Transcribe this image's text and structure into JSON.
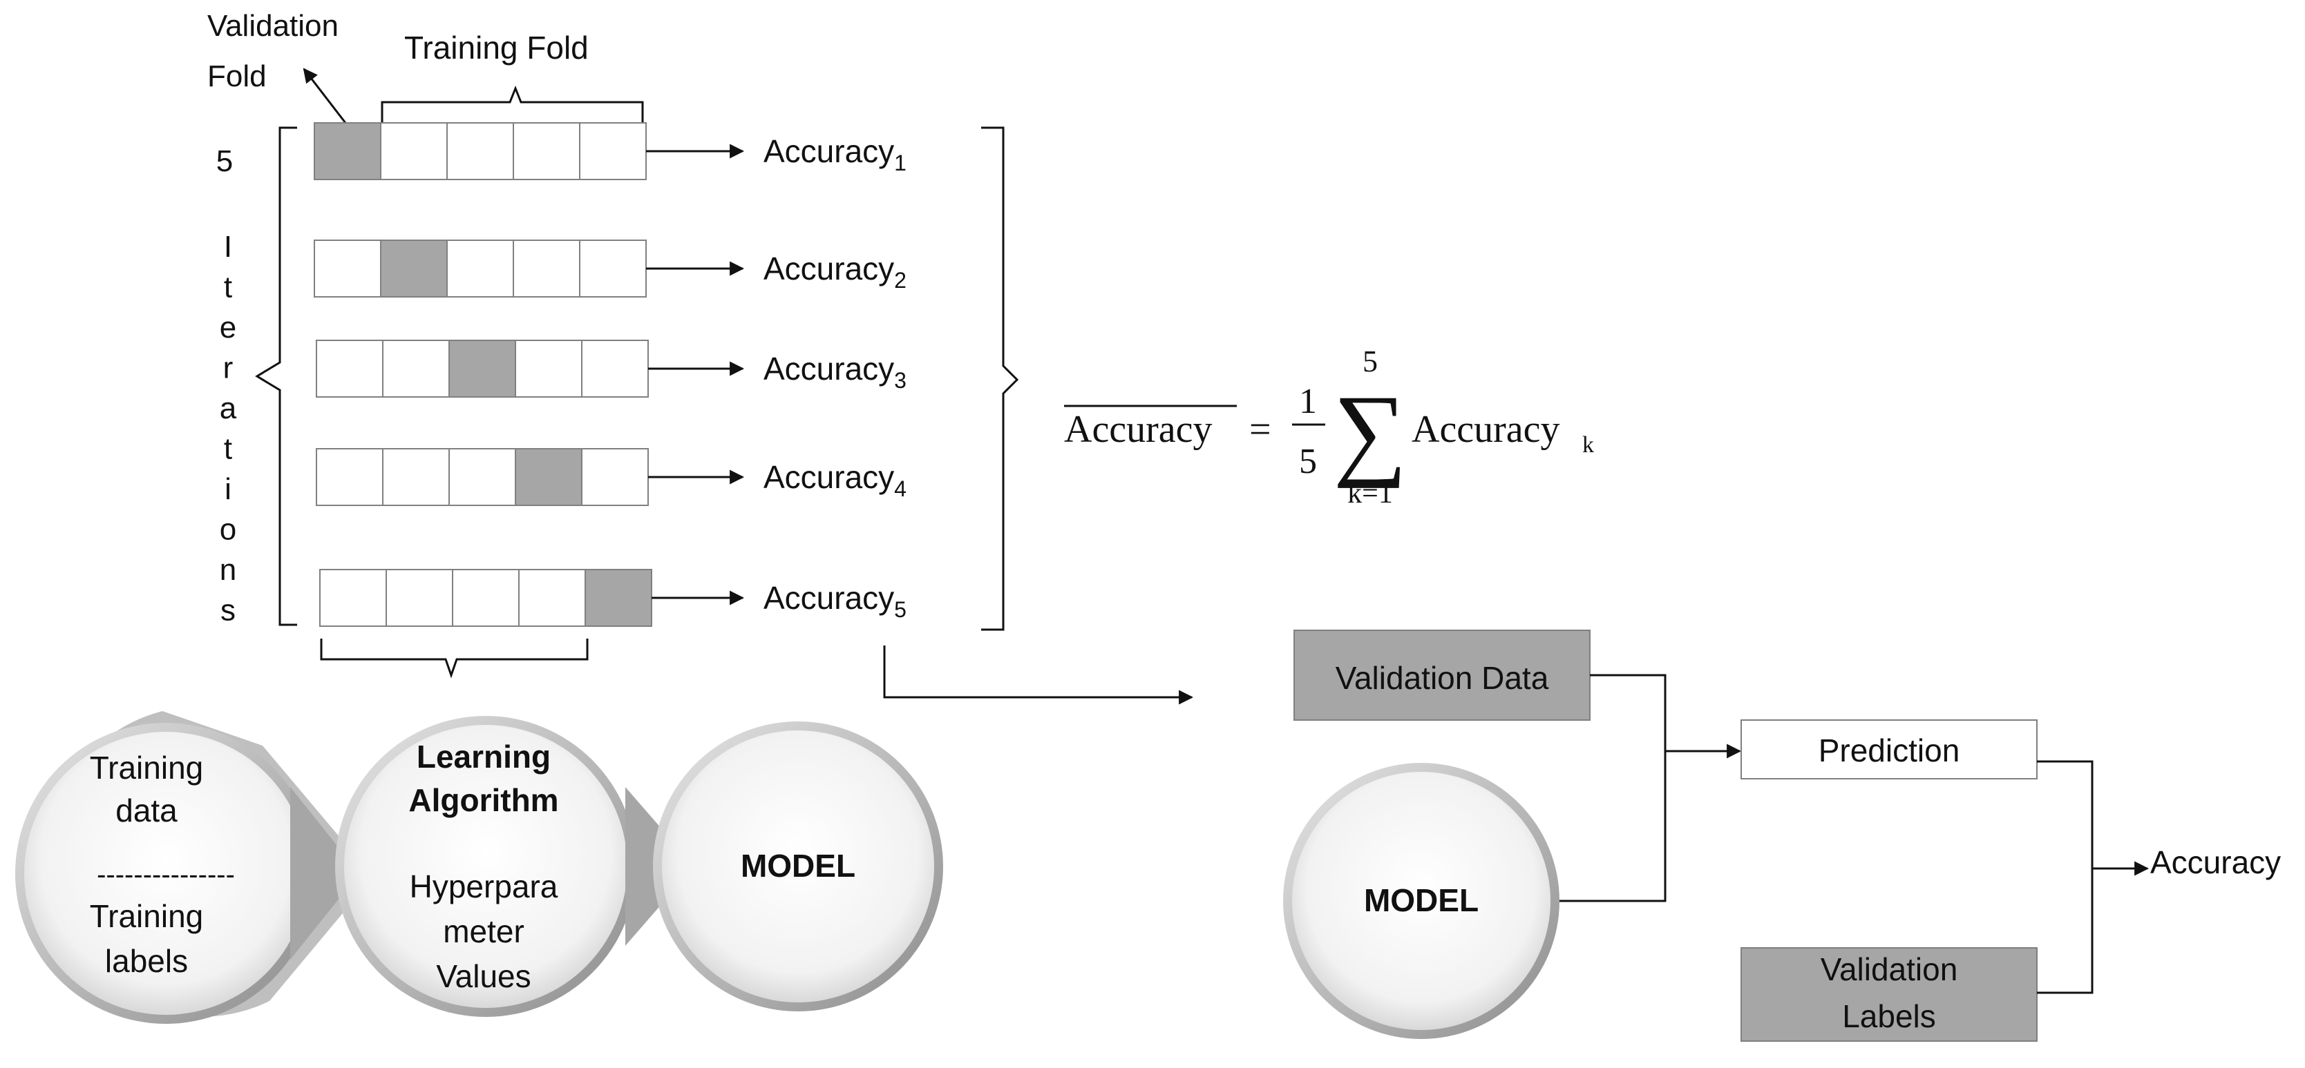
{
  "fold_labels": {
    "validation_line1": "Validation",
    "validation_line2": "Fold",
    "training": "Training  Fold"
  },
  "iterations_label": {
    "count": "5",
    "letters": [
      "I",
      "t",
      "e",
      "r",
      "a",
      "t",
      "i",
      "o",
      "n",
      "s"
    ]
  },
  "folds": {
    "rows": [
      {
        "validation_index": 0,
        "accuracy_text": "Accuracy",
        "accuracy_sub": "1"
      },
      {
        "validation_index": 1,
        "accuracy_text": "Accuracy",
        "accuracy_sub": "2"
      },
      {
        "validation_index": 2,
        "accuracy_text": "Accuracy",
        "accuracy_sub": "3"
      },
      {
        "validation_index": 3,
        "accuracy_text": "Accuracy",
        "accuracy_sub": "4"
      },
      {
        "validation_index": 4,
        "accuracy_text": "Accuracy",
        "accuracy_sub": "5"
      }
    ],
    "cells_per_row": 5,
    "validation_fill": "#a6a6a6",
    "training_fill": "#ffffff"
  },
  "formula": {
    "lhs": "Accuracy",
    "equals": "=",
    "frac_num": "1",
    "frac_den": "5",
    "sum_upper": "5",
    "sum_symbol": "∑",
    "sum_lower": "k=1",
    "term": "Accuracy",
    "term_sub": "k"
  },
  "pipeline": {
    "training_data": "Training",
    "training_data2": "data",
    "dashes": "---------------",
    "training_labels": "Training",
    "training_labels2": "labels",
    "algo_line1": "Learning",
    "algo_line2": "Algorithm",
    "hyper1": "Hyperpara",
    "hyper2": "meter",
    "hyper3": "Values",
    "model": "MODEL"
  },
  "evaluation": {
    "validation_data": "Validation Data",
    "model": "MODEL",
    "prediction": "Prediction",
    "validation_labels1": "Validation",
    "validation_labels2": "Labels",
    "accuracy": "Accuracy",
    "box_fill": "#a6a6a6"
  }
}
